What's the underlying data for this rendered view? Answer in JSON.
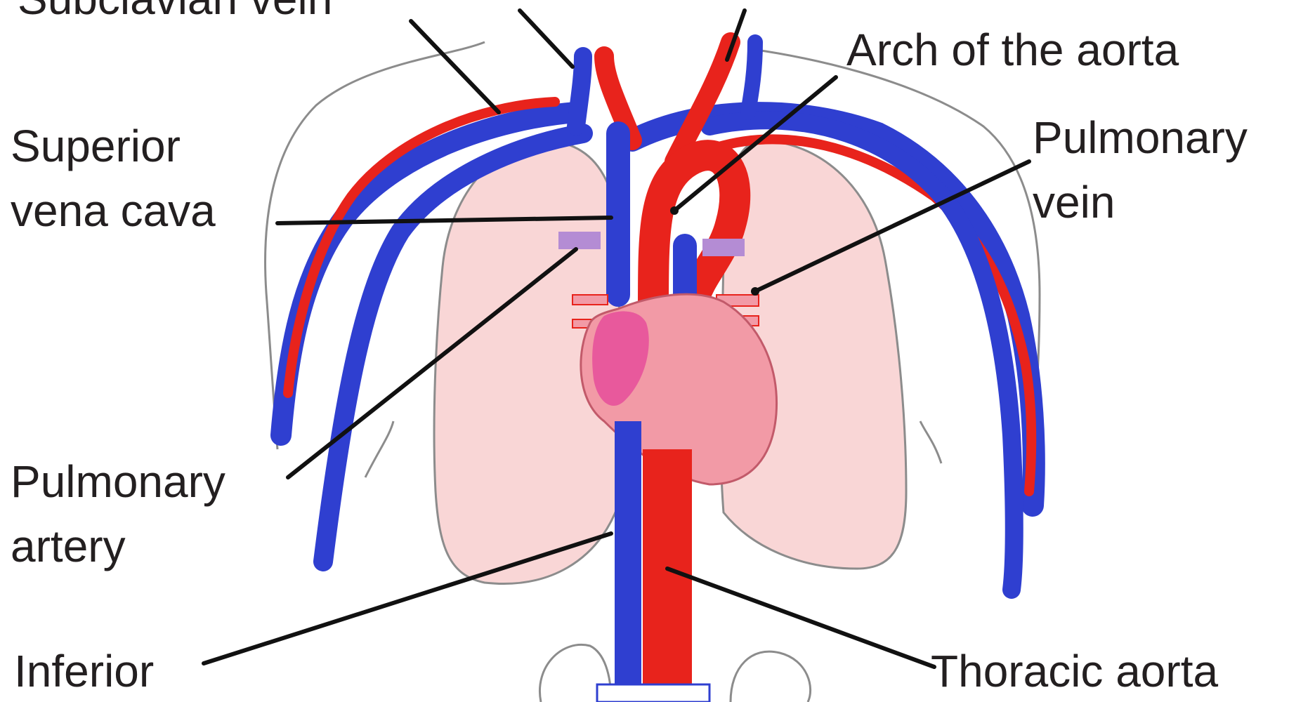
{
  "diagram": {
    "labels": {
      "subclavian_vein": "Subclavian vein",
      "arch_of_aorta": "Arch of the aorta",
      "superior_vena_cava": [
        "Superior",
        "vena cava"
      ],
      "pulmonary_vein": [
        "Pulmonary",
        "vein"
      ],
      "pulmonary_artery": [
        "Pulmonary",
        "artery"
      ],
      "inferior": "Inferior",
      "thoracic_aorta": "Thoracic aorta"
    },
    "colors": {
      "vein": "#2f3fd0",
      "artery": "#e8231c",
      "lung_fill": "#f9d6d6",
      "heart_fill": "#f29aa6",
      "right_atrium": "#e64d9a",
      "valve": "#b48cd4",
      "leader_line": "#111111",
      "body_outline": "#8c8c8c"
    }
  }
}
